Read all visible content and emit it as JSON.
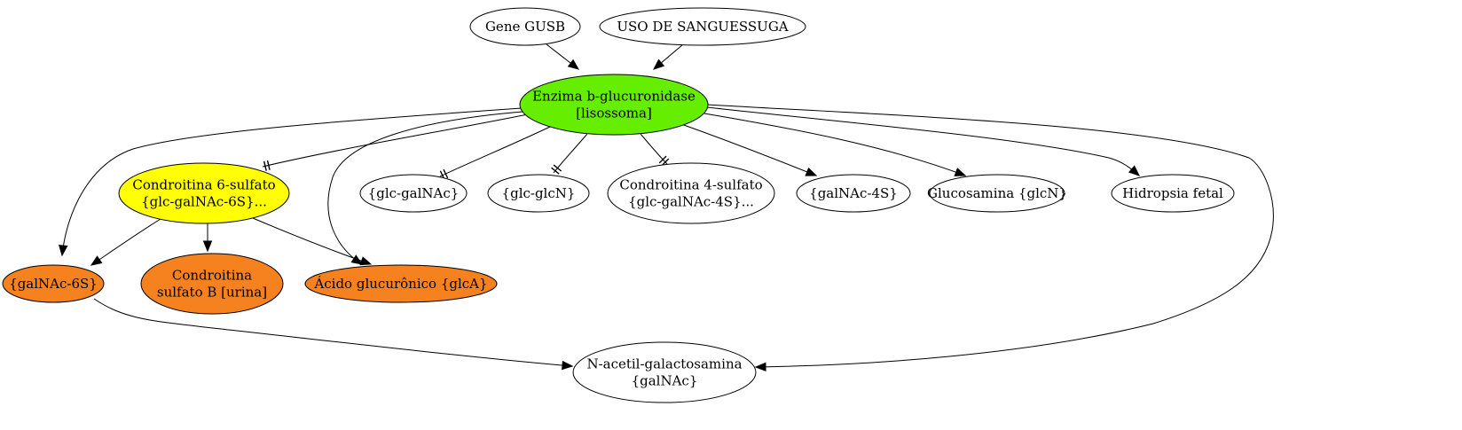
{
  "colors": {
    "green": "#66ee00",
    "yellow": "#ffff00",
    "orange": "#f5821f",
    "white": "#ffffff"
  },
  "nodes": [
    {
      "id": "gusb",
      "lines": [
        "Gene GUSB"
      ],
      "fill": "white"
    },
    {
      "id": "sang",
      "lines": [
        "USO DE SANGUESSUGA"
      ],
      "fill": "white"
    },
    {
      "id": "enz",
      "lines": [
        "Enzima b-glucuronidase",
        "[lisossoma]"
      ],
      "fill": "green"
    },
    {
      "id": "c6s",
      "lines": [
        "Condroitina 6-sulfato",
        "{glc-galNAc-6S}..."
      ],
      "fill": "yellow"
    },
    {
      "id": "glcgalnac",
      "lines": [
        "{glc-galNAc}"
      ],
      "fill": "white"
    },
    {
      "id": "glcglcn",
      "lines": [
        "{glc-glcN}"
      ],
      "fill": "white"
    },
    {
      "id": "c4s",
      "lines": [
        "Condroitina 4-sulfato",
        "{glc-galNAc-4S}..."
      ],
      "fill": "white"
    },
    {
      "id": "galnac4s",
      "lines": [
        "{galNAc-4S}"
      ],
      "fill": "white"
    },
    {
      "id": "glcn",
      "lines": [
        "Glucosamina {glcN}"
      ],
      "fill": "white"
    },
    {
      "id": "hidro",
      "lines": [
        "Hidropsia fetal"
      ],
      "fill": "white"
    },
    {
      "id": "galnac6s",
      "lines": [
        "{galNAc-6S}"
      ],
      "fill": "orange"
    },
    {
      "id": "csb",
      "lines": [
        "Condroitina",
        "sulfato B [urina]"
      ],
      "fill": "orange"
    },
    {
      "id": "glca",
      "lines": [
        "Ácido glucurônico {glcA}"
      ],
      "fill": "orange"
    },
    {
      "id": "nag",
      "lines": [
        "N-acetil-galactosamina",
        "{galNAc}"
      ],
      "fill": "white"
    }
  ],
  "edges": [
    {
      "from": "gusb",
      "to": "enz",
      "style": "arrow"
    },
    {
      "from": "sang",
      "to": "enz",
      "style": "arrow"
    },
    {
      "from": "enz",
      "to": "c6s",
      "style": "tee"
    },
    {
      "from": "enz",
      "to": "glcgalnac",
      "style": "tee"
    },
    {
      "from": "enz",
      "to": "glcglcn",
      "style": "tee"
    },
    {
      "from": "enz",
      "to": "c4s",
      "style": "tee"
    },
    {
      "from": "enz",
      "to": "galnac4s",
      "style": "arrow"
    },
    {
      "from": "enz",
      "to": "glcn",
      "style": "arrow"
    },
    {
      "from": "enz",
      "to": "hidro",
      "style": "arrow"
    },
    {
      "from": "enz",
      "to": "galnac6s",
      "style": "arrow"
    },
    {
      "from": "enz",
      "to": "glca",
      "style": "arrow"
    },
    {
      "from": "enz",
      "to": "nag",
      "style": "arrow"
    },
    {
      "from": "c6s",
      "to": "galnac6s",
      "style": "arrow"
    },
    {
      "from": "c6s",
      "to": "csb",
      "style": "arrow"
    },
    {
      "from": "c6s",
      "to": "glca",
      "style": "arrow"
    },
    {
      "from": "galnac6s",
      "to": "nag",
      "style": "arrow"
    }
  ]
}
